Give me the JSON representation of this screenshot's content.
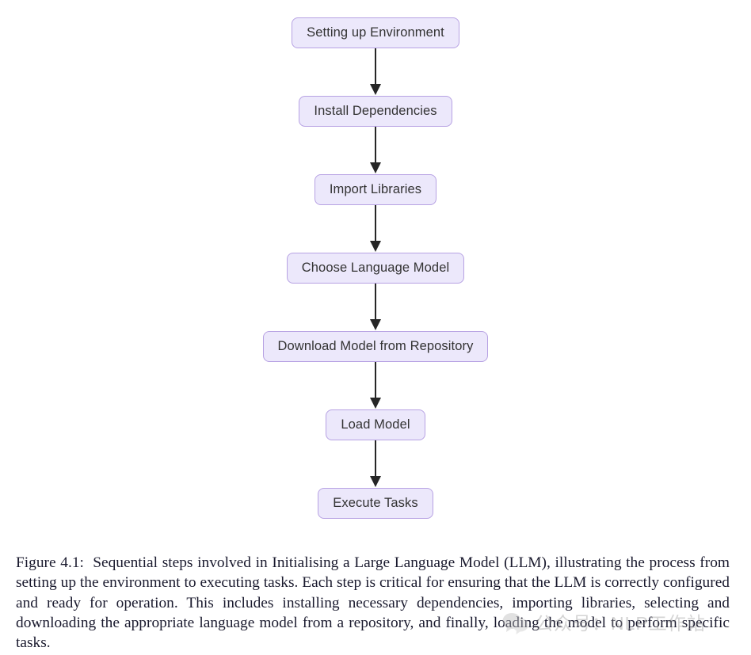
{
  "figure": {
    "type": "flowchart",
    "orientation": "top-to-bottom",
    "node_fill": "#ECE8FB",
    "node_border": "#B7A2E3",
    "node_text_color": "#333333",
    "connector_color": "#262626",
    "background": "#ffffff",
    "nodes": [
      {
        "id": "setup",
        "label": "Setting up Environment"
      },
      {
        "id": "install",
        "label": "Install Dependencies"
      },
      {
        "id": "import",
        "label": "Import Libraries"
      },
      {
        "id": "choose",
        "label": "Choose Language Model"
      },
      {
        "id": "download",
        "label": "Download Model from Repository"
      },
      {
        "id": "load",
        "label": "Load Model"
      },
      {
        "id": "execute",
        "label": "Execute Tasks"
      }
    ],
    "edges": [
      {
        "from": "setup",
        "to": "install",
        "style": "arrow"
      },
      {
        "from": "install",
        "to": "import",
        "style": "arrow"
      },
      {
        "from": "import",
        "to": "choose",
        "style": "arrow"
      },
      {
        "from": "choose",
        "to": "download",
        "style": "arrow"
      },
      {
        "from": "download",
        "to": "load",
        "style": "arrow"
      },
      {
        "from": "load",
        "to": "execute",
        "style": "arrow"
      }
    ]
  },
  "caption": {
    "label": "Figure 4.1:",
    "text": "Sequential steps involved in Initialising a Large Language Model (LLM), illustrating the process from setting up the environment to executing tasks. Each step is critical for ensuring that the LLM is correctly configured and ready for operation. This includes installing necessary dependencies, importing libraries, selecting and downloading the appropriate language model from a repository, and finally, loading the model to perform specific tasks."
  },
  "watermark": {
    "icon": "wechat-bubbles-icon",
    "text": "公众号：NLP工作站",
    "color": "#9a9a9a"
  }
}
